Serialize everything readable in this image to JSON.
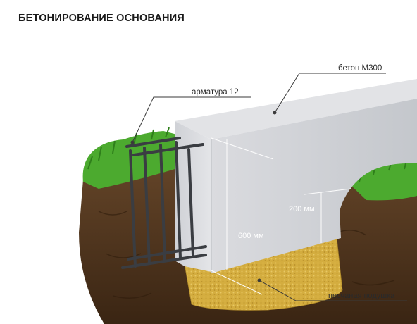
{
  "title": "БЕТОНИРОВАНИЕ ОСНОВАНИЯ",
  "labels": {
    "concrete": "бетон М300",
    "rebar": "арматура 12",
    "height_total": "600 мм",
    "height_above": "200 мм",
    "sand": "песчаная подушка"
  },
  "colors": {
    "concrete_top": "#e2e3e6",
    "concrete_front": "#d6d8dc",
    "concrete_side": "#c9ccd1",
    "soil": "#5a3b22",
    "soil_dark": "#3d2815",
    "grass": "#4caa2f",
    "sand": "#d9b447",
    "rebar": "#3a3d42",
    "text": "#2a2a2a"
  }
}
